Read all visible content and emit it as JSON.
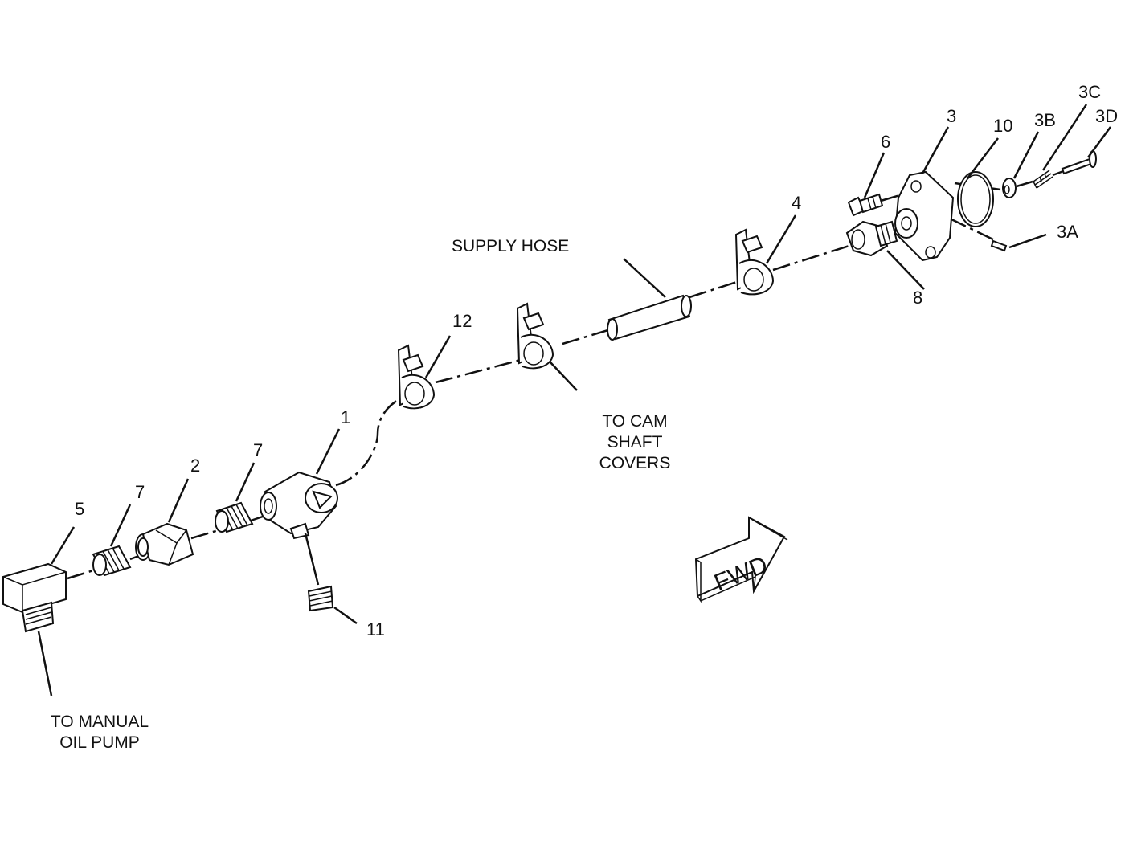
{
  "callouts": {
    "c1": "1",
    "c2": "2",
    "c3": "3",
    "c3a": "3A",
    "c3b": "3B",
    "c3c": "3C",
    "c3d": "3D",
    "c4": "4",
    "c5": "5",
    "c6": "6",
    "c7a": "7",
    "c7b": "7",
    "c8": "8",
    "c10": "10",
    "c11": "11",
    "c12": "12"
  },
  "notes": {
    "supply_hose": "SUPPLY HOSE",
    "cam_line1": "TO CAM",
    "cam_line2": "SHAFT",
    "cam_line3": "COVERS",
    "pump_line1": "TO MANUAL",
    "pump_line2": "OIL PUMP"
  },
  "direction_arrow": "FWD"
}
